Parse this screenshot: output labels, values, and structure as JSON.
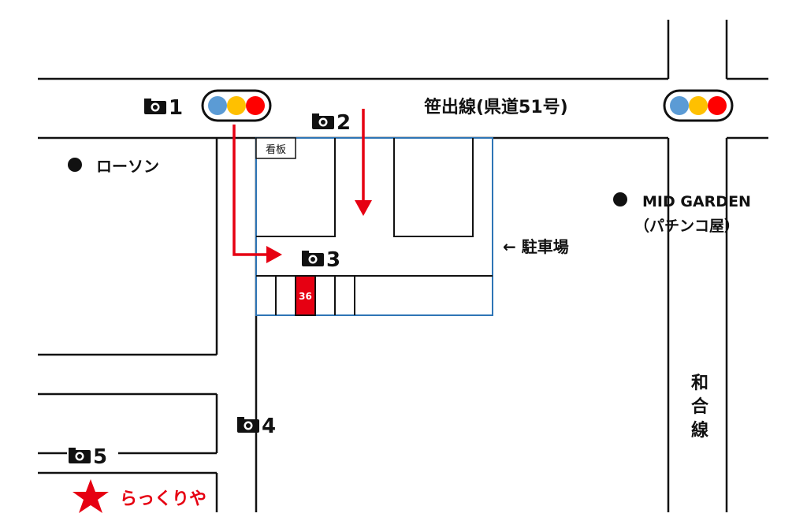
{
  "roads": {
    "main_road": "笹出線(県道51号)",
    "side_road": [
      "和",
      "合",
      "線"
    ]
  },
  "places": {
    "lawson": "ローソン",
    "mid_garden_name": "MID GARDEN",
    "mid_garden_type": "（パチンコ屋）",
    "parking_label": "← 駐車場",
    "sign_label": "看板",
    "parking_space_number": "36",
    "rakkuriya": "らっくりや"
  },
  "camera_points": [
    "1",
    "2",
    "3",
    "4",
    "5"
  ],
  "icons": {
    "camera": "camera-icon",
    "traffic_light": "traffic-light-icon",
    "dot": "location-dot-icon",
    "star": "star-icon",
    "arrow": "route-arrow-icon"
  },
  "colors": {
    "road_line": "#111111",
    "parking_outline": "#2e75b6",
    "highlight_red": "#e60012",
    "signal_blue": "#5b9bd5",
    "signal_yellow": "#ffc000",
    "signal_red": "#ff0000"
  }
}
